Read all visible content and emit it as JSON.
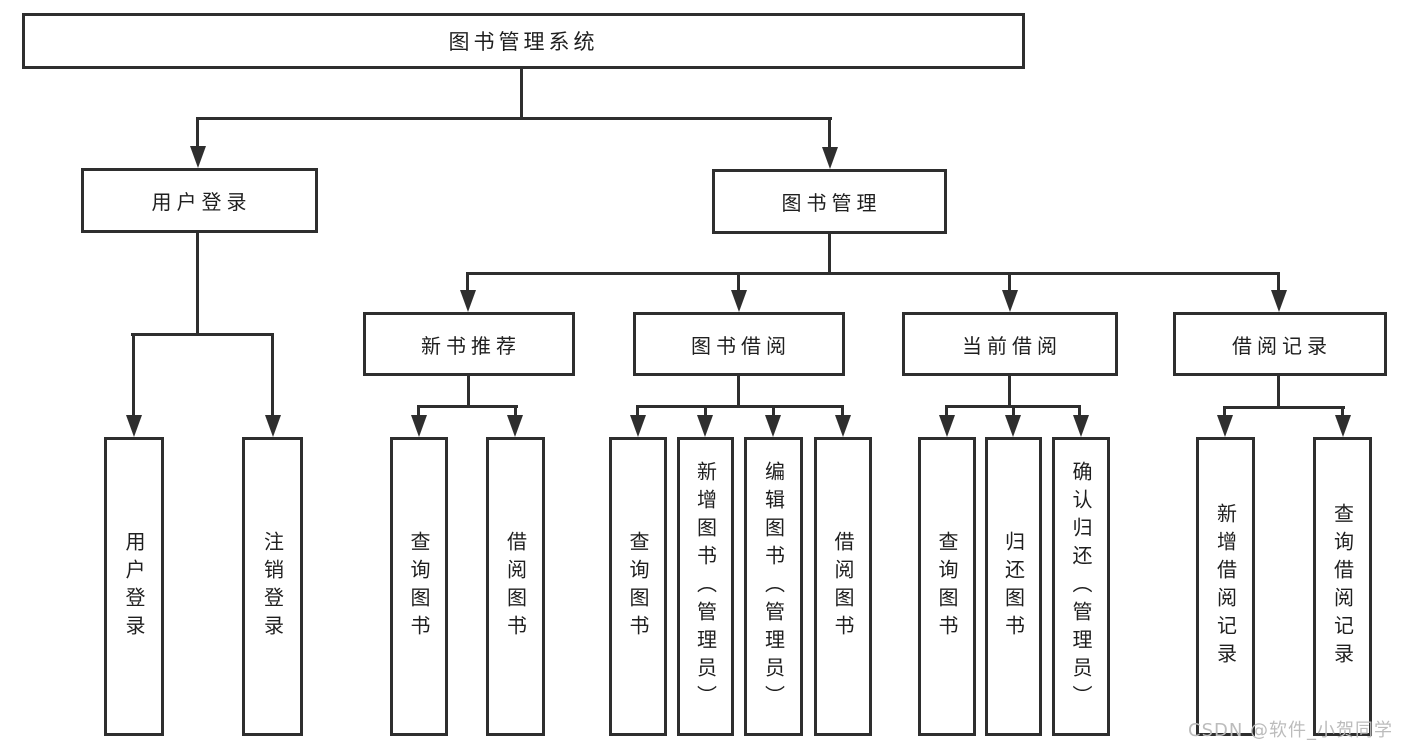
{
  "diagram": {
    "root": {
      "label": "图书管理系统"
    },
    "level1": [
      {
        "id": "user-login",
        "label": "用户登录"
      },
      {
        "id": "book-management",
        "label": "图书管理"
      }
    ],
    "level2": [
      {
        "id": "new-book-recommend",
        "label": "新书推荐",
        "parent": "图书管理"
      },
      {
        "id": "book-borrow",
        "label": "图书借阅",
        "parent": "图书管理"
      },
      {
        "id": "current-borrow",
        "label": "当前借阅",
        "parent": "图书管理"
      },
      {
        "id": "borrow-records",
        "label": "借阅记录",
        "parent": "图书管理"
      }
    ],
    "leaves": [
      {
        "label": "用户登录",
        "parent": "用户登录"
      },
      {
        "label": "注销登录",
        "parent": "用户登录"
      },
      {
        "label": "查询图书",
        "parent": "新书推荐"
      },
      {
        "label": "借阅图书",
        "parent": "新书推荐"
      },
      {
        "label": "查询图书",
        "parent": "图书借阅"
      },
      {
        "label": "新增图书（管理员）",
        "parent": "图书借阅"
      },
      {
        "label": "编辑图书（管理员）",
        "parent": "图书借阅"
      },
      {
        "label": "借阅图书",
        "parent": "图书借阅"
      },
      {
        "label": "查询图书",
        "parent": "当前借阅"
      },
      {
        "label": "归还图书",
        "parent": "当前借阅"
      },
      {
        "label": "确认归还（管理员）",
        "parent": "当前借阅"
      },
      {
        "label": "新增借阅记录",
        "parent": "借阅记录"
      },
      {
        "label": "查询借阅记录",
        "parent": "借阅记录"
      }
    ],
    "line_color": "#2e2e2e",
    "text_color": "#1f1f1f"
  },
  "watermark": "CSDN @软件_小贺同学"
}
